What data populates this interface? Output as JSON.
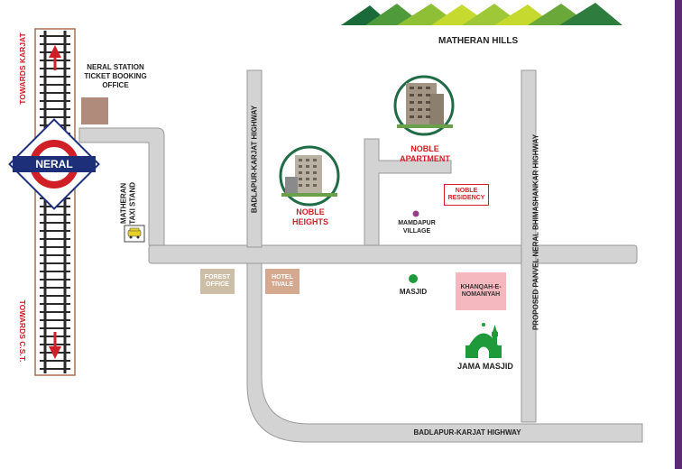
{
  "hills": {
    "label": "MATHERAN HILLS"
  },
  "railway": {
    "towards_top": "TOWARDS KARJAT",
    "towards_bottom": "TOWARDS C.S.T.",
    "station": "NERAL"
  },
  "places": {
    "ticket_office": "NERAL STATION\nTICKET BOOKING\nOFFICE",
    "taxi_stand": "MATHERAN\nTAXI STAND",
    "forest_office": "FOREST\nOFFICE",
    "hotel": "HOTEL\nTIVALE",
    "noble_heights": "NOBLE\nHEIGHTS",
    "noble_apartment": "NOBLE\nAPARTMENT",
    "noble_residency": "NOBLE\nRESIDENCY",
    "mamdapur": "MAMDAPUR\nVILLAGE",
    "masjid": "MASJID",
    "khanqah": "KHANQAH-E-\nNOMANIYAH",
    "jama_masjid": "JAMA MASJID"
  },
  "roads": {
    "badlapur_vertical": "BADLAPUR-KARJAT HIGHWAY",
    "badlapur_bottom": "BADLAPUR-KARJAT HIGHWAY",
    "panvel": "PROPOSED PANVEL NERAL BHIMASHANKAR HIGHWAY"
  },
  "colors": {
    "road": "#d3d3d3",
    "road_edge": "#9a9a9a",
    "accent_red": "#d01f26",
    "station_blue": "#1e2f7a",
    "forest_box": "#cdbfa6",
    "hotel_box": "#d4a98f",
    "khanqah_box": "#f6b8bf",
    "mosque_green": "#1f9a3a",
    "hills_dark": "#1b6b3a",
    "hills_light": "#c5d92f",
    "purple_bar": "#5b2a73",
    "track": "#2a2a2a",
    "track_bed": "#a6704f"
  },
  "icons": {
    "arrow_up": "up-arrow-icon",
    "arrow_down": "down-arrow-icon",
    "station": "neral-station-roundel-icon",
    "taxi": "taxi-icon",
    "mosque": "mosque-icon",
    "building": "building-icon"
  }
}
